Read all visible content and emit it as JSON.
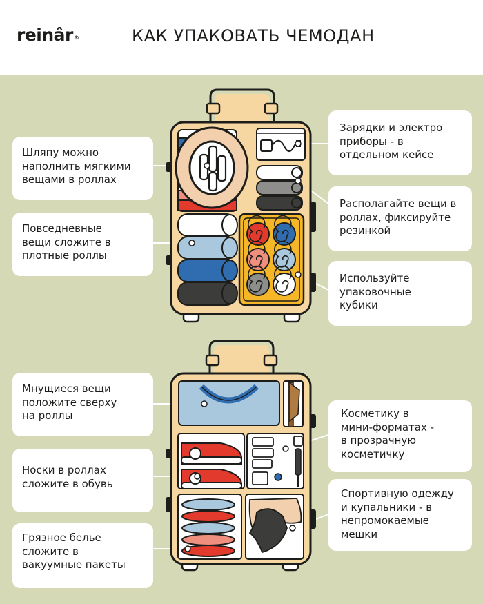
{
  "brand": {
    "name": "reinâr",
    "registered": "®"
  },
  "title": "КАК УПАКОВАТЬ ЧЕМОДАН",
  "colors": {
    "background": "#d5d9b5",
    "suitcase": "#f6d7a1",
    "outline": "#1d1d1b",
    "accent_yellow": "#f5b728",
    "blue": "#2f6db0",
    "light_blue": "#a9c8dd",
    "red": "#e33a2e",
    "salmon": "#ef8f7e",
    "hat": "#f2cfad"
  },
  "tips_top": [
    {
      "id": "hat",
      "text": "Шляпу можно\nнаполнить мягкими\nвещами в роллах"
    },
    {
      "id": "daily",
      "text": "Повседневные\nвещи сложите в\nплотные роллы"
    },
    {
      "id": "chargers",
      "text": "Зарядки и электро\nприборы - в\nотдельном кейсе"
    },
    {
      "id": "rolls",
      "text": "Располагайте вещи в\nроллах, фиксируйте\nрезинкой"
    },
    {
      "id": "cubes",
      "text": "Используйте\nупаковочные\nкубики"
    }
  ],
  "tips_bottom": [
    {
      "id": "wrinkle",
      "text": "Мнущиеся вещи\nположите сверху\nна роллы"
    },
    {
      "id": "socks",
      "text": "Носки в роллах\nсложите в обувь"
    },
    {
      "id": "laundry",
      "text": "Грязное белье\nсложите в\nвакуумные пакеты"
    },
    {
      "id": "cosmetics",
      "text": "Косметику  в\nмини-форматах -\nв прозрачную\nкосметичку"
    },
    {
      "id": "sport",
      "text": "Спортивную одежду\nи купальники - в\nнепромокаемые\nмешки"
    }
  ],
  "icons": [
    "suitcase-top-icon",
    "suitcase-bottom-icon",
    "hat-icon",
    "charger-icon",
    "packing-cube-icon",
    "sneaker-icon",
    "comb-icon",
    "tshirt-icon",
    "swimsuit-icon",
    "belt-icon"
  ]
}
